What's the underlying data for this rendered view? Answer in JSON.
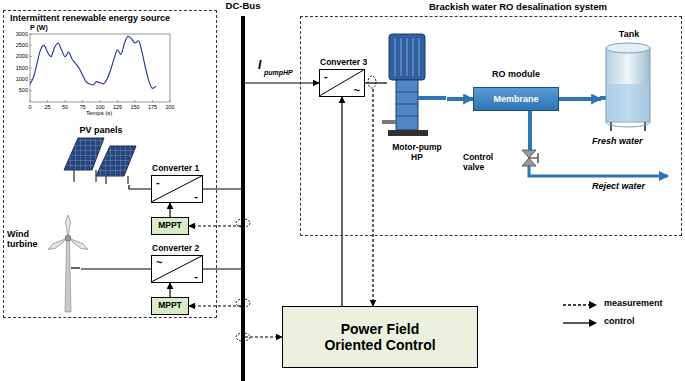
{
  "diagram": {
    "nodes": [
      {
        "text": [
          "Intermittent renewable energy source"
        ]
      },
      {
        "text": [
          "PV panels"
        ],
        "in": 0
      },
      {
        "text": [
          "Converter 1",
          "-",
          "-"
        ],
        "in": 0
      },
      {
        "text": [
          "Wind turbine"
        ],
        "in": 0
      },
      {
        "text": [
          "Converter 2",
          "~",
          "-"
        ],
        "in": 0
      },
      {
        "text": [
          "MPPT"
        ],
        "in": 0
      },
      {
        "text": [
          "MPPT"
        ],
        "in": 0
      },
      {
        "text": [
          "DC-Bus"
        ]
      },
      {
        "text": [
          "Brackish water RO desalination system"
        ]
      },
      {
        "text": [
          "Converter 3",
          "-",
          "~"
        ],
        "in": 8
      },
      {
        "text": [
          "Motor-pump HP"
        ],
        "in": 8
      },
      {
        "text": [
          "RO module",
          "Membrane"
        ],
        "in": 8
      },
      {
        "text": [
          "Tank"
        ],
        "in": 8
      },
      {
        "text": [
          "Control valve"
        ],
        "in": 8
      },
      {
        "text": [
          "Power Field Oriented Control"
        ]
      }
    ],
    "edges": [
      {
        "from": 1,
        "to": 2,
        "arrow": "none"
      },
      {
        "from": 3,
        "to": 4,
        "arrow": "none"
      },
      {
        "from": 2,
        "to": 7,
        "arrow": "none"
      },
      {
        "from": 4,
        "to": 7,
        "arrow": "none"
      },
      {
        "from": 7,
        "to": 9,
        "arrow": "to"
      },
      {
        "from": 9,
        "to": 10,
        "arrow": "none"
      },
      {
        "from": 10,
        "to": 11,
        "arrow": "to"
      },
      {
        "from": 11,
        "to": 12,
        "arrow": "to"
      },
      {
        "from": 11,
        "to": 13,
        "arrow": "none"
      },
      {
        "from": 5,
        "to": 2,
        "arrow": "to"
      },
      {
        "from": 6,
        "to": 4,
        "arrow": "to"
      },
      {
        "from": 7,
        "to": 5,
        "arrow": "to"
      },
      {
        "from": 7,
        "to": 6,
        "arrow": "to"
      },
      {
        "from": 14,
        "to": 9,
        "arrow": "to"
      },
      {
        "from": 9,
        "to": 14,
        "arrow": "to"
      },
      {
        "from": 7,
        "to": 14,
        "arrow": "to"
      }
    ],
    "labels": [
      "P (W)",
      "3000",
      "2500",
      "2000",
      "1500",
      "1000",
      "500",
      "0",
      "25",
      "50",
      "75",
      "100",
      "125",
      "150",
      "175",
      "200",
      "Temps (s)",
      "I",
      "pumpHP",
      "Fresh water",
      "Reject water"
    ],
    "legend": [
      {
        "text": "measurement"
      },
      {
        "text": "control"
      }
    ]
  }
}
